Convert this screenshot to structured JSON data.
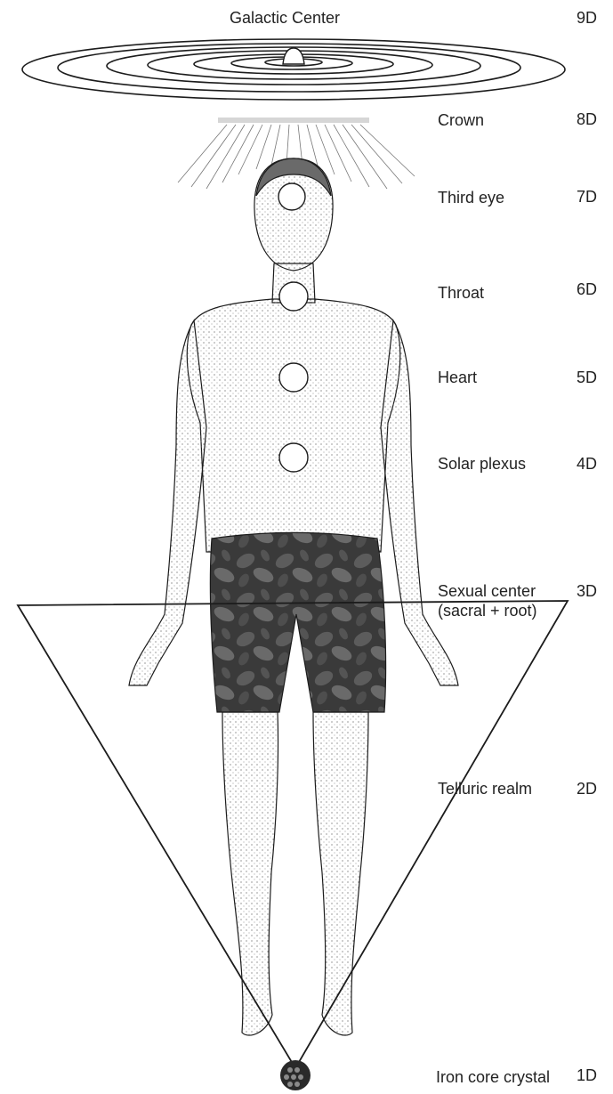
{
  "title": "Galactic Center",
  "levels": [
    {
      "label": "Galactic Center",
      "dimension": "9D"
    },
    {
      "label": "Crown",
      "dimension": "8D"
    },
    {
      "label": "Third eye",
      "dimension": "7D"
    },
    {
      "label": "Throat",
      "dimension": "6D"
    },
    {
      "label": "Heart",
      "dimension": "5D"
    },
    {
      "label": "Solar plexus",
      "dimension": "4D"
    },
    {
      "label": "Sexual center",
      "label_line2": "(sacral + root)",
      "dimension": "3D"
    },
    {
      "label": "Telluric realm",
      "dimension": "2D"
    },
    {
      "label": "Iron core crystal",
      "dimension": "1D"
    }
  ],
  "colors": {
    "ink": "#1c1c1c",
    "shorts": "#3a3a3a",
    "background": "#ffffff"
  },
  "icons": [
    "galaxy-spiral-icon",
    "human-figure-illustration",
    "chakra-circle-icon",
    "inverted-triangle-icon",
    "iron-core-crystal-icon"
  ]
}
